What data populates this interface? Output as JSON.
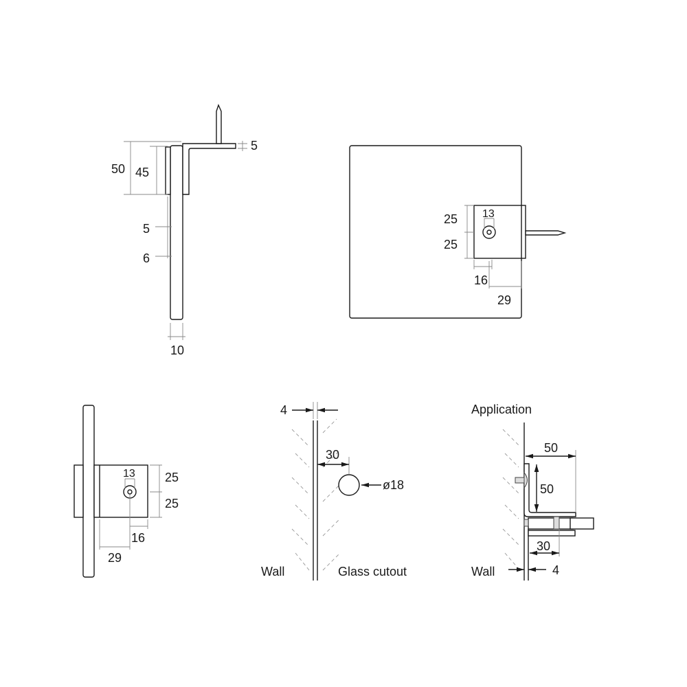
{
  "side_view": {
    "dim_total_height": "50",
    "dim_plate_height": "45",
    "dim_arm_thickness": "5",
    "dim_gap_5": "5",
    "dim_gap_6": "6",
    "dim_glass_thickness": "10"
  },
  "front_view": {
    "dim_upper": "25",
    "dim_lower": "25",
    "dim_hole": "13",
    "dim_hole_offset": "16",
    "dim_width": "29"
  },
  "rear_view": {
    "dim_hole": "13",
    "dim_upper": "25",
    "dim_lower": "25",
    "dim_hole_offset": "16",
    "dim_width": "29"
  },
  "glass_cutout": {
    "dim_gap": "4",
    "dim_offset": "30",
    "dim_diameter": "ø18",
    "label_wall": "Wall",
    "label_cutout": "Glass cutout"
  },
  "application": {
    "title": "Application",
    "dim_width": "50",
    "dim_height": "50",
    "dim_offset": "30",
    "dim_gap": "4",
    "label_wall": "Wall"
  }
}
